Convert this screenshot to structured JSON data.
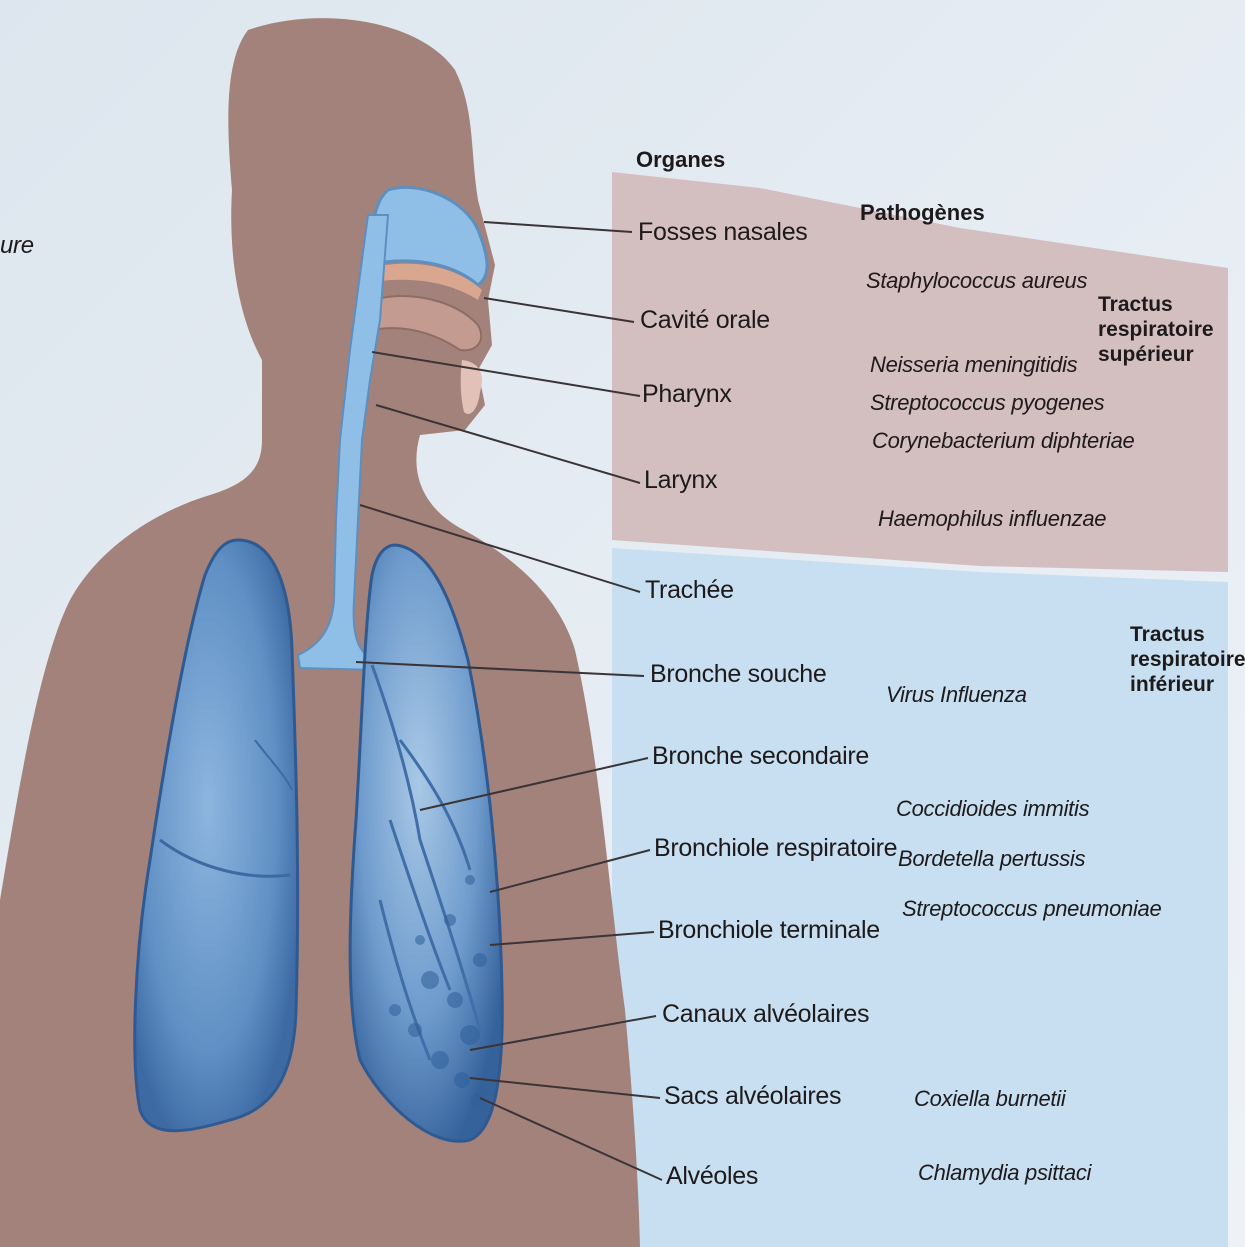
{
  "edge_text": "ure",
  "headers": {
    "organs": "Organes",
    "pathogens": "Pathogènes"
  },
  "organs": [
    "Fosses nasales",
    "Cavité orale",
    "Pharynx",
    "Larynx",
    "Trachée",
    "Bronche souche",
    "Bronche secondaire",
    "Bronchiole respiratoire",
    "Bronchiole terminale",
    "Canaux alvéolaires",
    "Sacs alvéolaires",
    "Alvéoles"
  ],
  "pathogens": [
    "Staphylococcus aureus",
    "Neisseria meningitidis",
    "Streptococcus pyogenes",
    "Corynebacterium diphteriae",
    "Haemophilus influenzae",
    "Virus Influenza",
    "Coccidioides immitis",
    "Bordetella pertussis",
    "Streptococcus pneumoniae",
    "Coxiella burnetii",
    "Chlamydia psittaci"
  ],
  "tracts": {
    "upper": [
      "Tractus",
      "respiratoire",
      "supérieur"
    ],
    "lower": [
      "Tractus",
      "respiratoire",
      "inférieur"
    ]
  },
  "colors": {
    "skin": "#a3827b",
    "upper_band": "#d4bfc0",
    "lower_band": "#c7dff0",
    "lung": "#5f8fc4",
    "airway": "#8fbfe6"
  }
}
